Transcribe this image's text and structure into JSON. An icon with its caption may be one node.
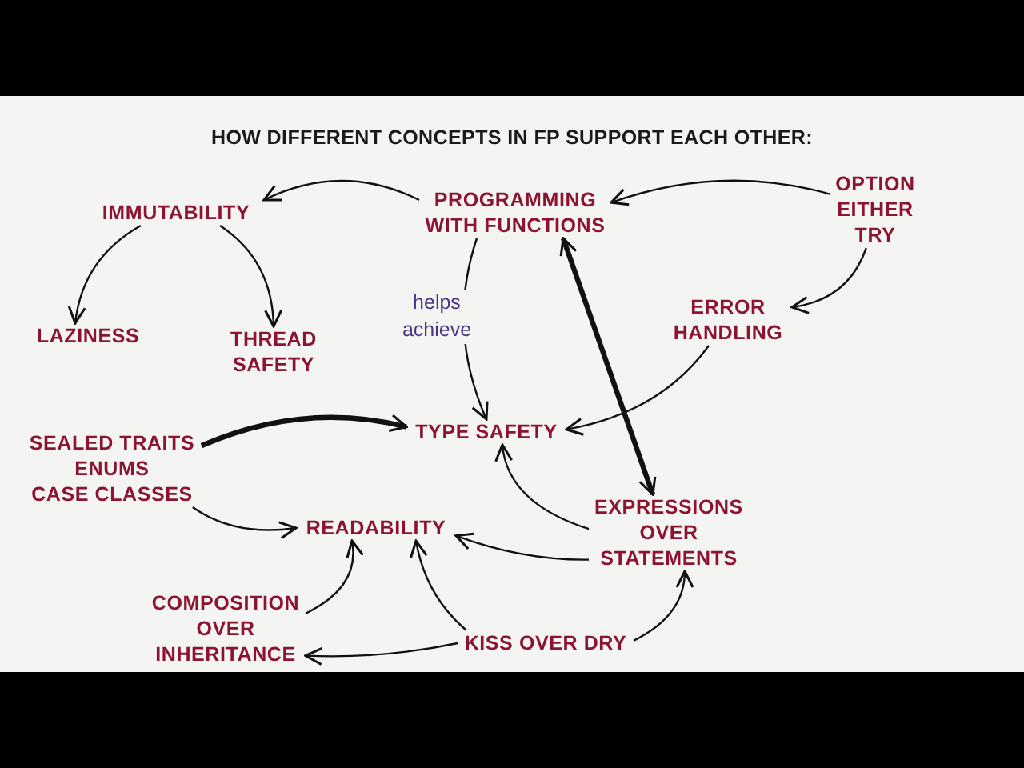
{
  "diagram": {
    "title": "HOW DIFFERENT CONCEPTS IN FP SUPPORT EACH OTHER:",
    "nodes": [
      {
        "text": [
          "PROGRAMMING WITH FUNCTIONS"
        ]
      },
      {
        "text": [
          "OPTION EITHER TRY"
        ]
      },
      {
        "text": [
          "IMMUTABILITY"
        ]
      },
      {
        "text": [
          "LAZINESS"
        ]
      },
      {
        "text": [
          "THREAD SAFETY"
        ]
      },
      {
        "text": [
          "ERROR HANDLING"
        ]
      },
      {
        "text": [
          "TYPE SAFETY"
        ]
      },
      {
        "text": [
          "SEALED TRAITS ENUMS CASE CLASSES"
        ]
      },
      {
        "text": [
          "READABILITY"
        ]
      },
      {
        "text": [
          "EXPRESSIONS OVER STATEMENTS"
        ]
      },
      {
        "text": [
          "COMPOSITION OVER INHERITANCE"
        ]
      },
      {
        "text": [
          "KISS OVER DRY"
        ]
      }
    ],
    "edges": [
      {
        "from": 0,
        "to": 2,
        "arrow": "to"
      },
      {
        "from": 1,
        "to": 0,
        "arrow": "to"
      },
      {
        "from": 2,
        "to": 3,
        "arrow": "to"
      },
      {
        "from": 2,
        "to": 4,
        "arrow": "to"
      },
      {
        "from": 1,
        "to": 5,
        "arrow": "to"
      },
      {
        "from": 0,
        "to": 6,
        "arrow": "to",
        "label": "helps achieve"
      },
      {
        "from": 5,
        "to": 6,
        "arrow": "to"
      },
      {
        "from": 0,
        "to": 9,
        "arrow": "both",
        "style": "thick"
      },
      {
        "from": 7,
        "to": 6,
        "arrow": "to",
        "style": "thick"
      },
      {
        "from": 7,
        "to": 8,
        "arrow": "to"
      },
      {
        "from": 9,
        "to": 6,
        "arrow": "to"
      },
      {
        "from": 9,
        "to": 8,
        "arrow": "to"
      },
      {
        "from": 10,
        "to": 8,
        "arrow": "to"
      },
      {
        "from": 11,
        "to": 10,
        "arrow": "to"
      },
      {
        "from": 11,
        "to": 8,
        "arrow": "to"
      },
      {
        "from": 11,
        "to": 9,
        "arrow": "to"
      }
    ]
  }
}
